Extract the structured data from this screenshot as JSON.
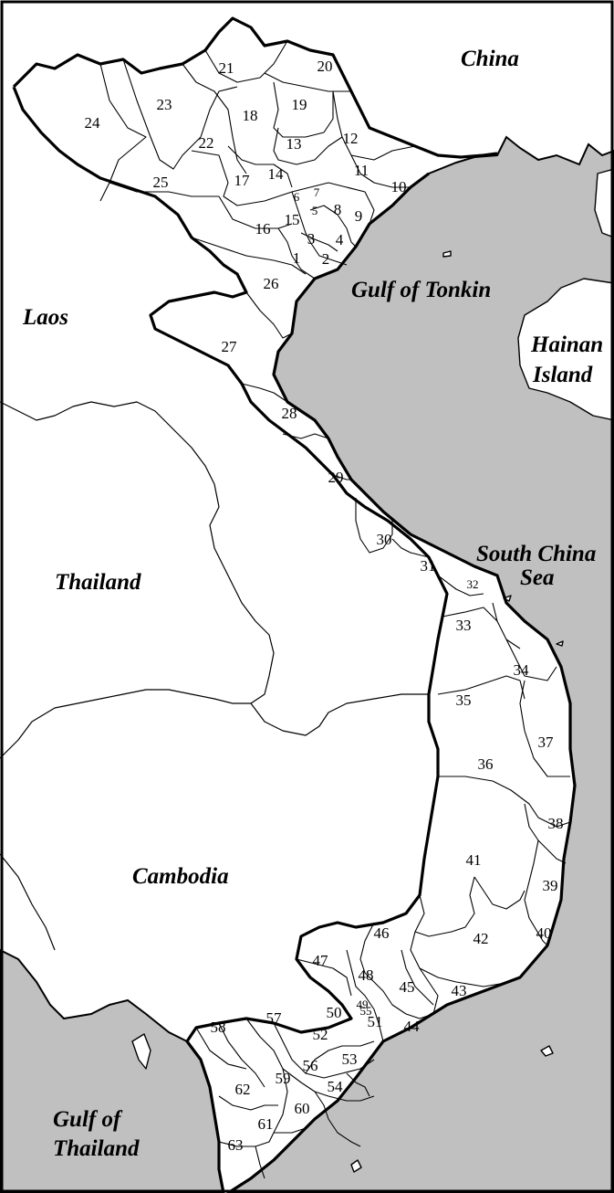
{
  "countries": {
    "china": "China",
    "laos": "Laos",
    "thailand": "Thailand",
    "cambodia": "Cambodia",
    "hainan_line1": "Hainan",
    "hainan_line2": "Island"
  },
  "seas": {
    "tonkin": "Gulf of Tonkin",
    "scs_line1": "South China",
    "scs_line2": "Sea",
    "gulf_thailand_line1": "Gulf of",
    "gulf_thailand_line2": "Thailand"
  },
  "provinces": [
    "1",
    "2",
    "3",
    "4",
    "5",
    "6",
    "7",
    "8",
    "9",
    "10",
    "11",
    "12",
    "13",
    "14",
    "15",
    "16",
    "17",
    "18",
    "19",
    "20",
    "21",
    "22",
    "23",
    "24",
    "25",
    "26",
    "27",
    "28",
    "29",
    "30",
    "31",
    "32",
    "33",
    "34",
    "35",
    "36",
    "37",
    "38",
    "39",
    "40",
    "41",
    "42",
    "43",
    "44",
    "45",
    "46",
    "47",
    "48",
    "49",
    "50",
    "51",
    "52",
    "53",
    "54",
    "55",
    "56",
    "57",
    "58",
    "59",
    "60",
    "61",
    "62",
    "63"
  ],
  "colors": {
    "sea": "#c0c0c0",
    "land": "#ffffff",
    "border": "#000000"
  }
}
